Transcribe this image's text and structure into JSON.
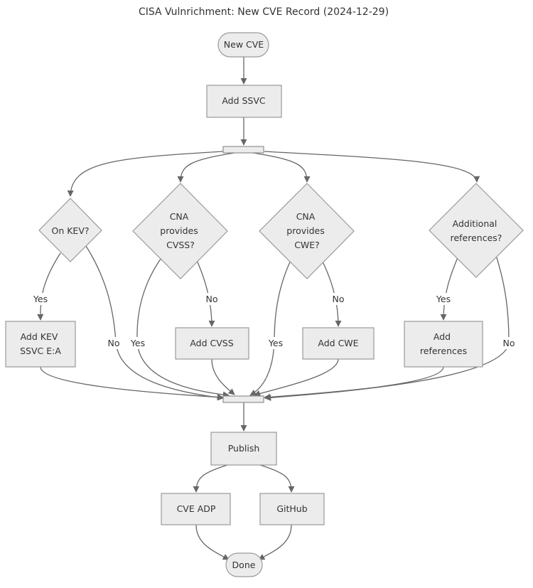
{
  "title": "CISA Vulnrichment: New CVE Record (2024-12-29)",
  "nodes": {
    "new_cve": "New CVE",
    "add_ssvc": "Add SSVC",
    "on_kev": "On KEV?",
    "cna_cvss": [
      "CNA",
      "provides",
      "CVSS?"
    ],
    "cna_cwe": [
      "CNA",
      "provides",
      "CWE?"
    ],
    "additional_refs": [
      "Additional",
      "references?"
    ],
    "add_kev": [
      "Add KEV",
      "SSVC E:A"
    ],
    "add_cvss": "Add CVSS",
    "add_cwe": "Add CWE",
    "add_refs": [
      "Add",
      "references"
    ],
    "publish": "Publish",
    "cve_adp": "CVE ADP",
    "github": "GitHub",
    "done": "Done"
  },
  "edge_labels": {
    "kev_yes": "Yes",
    "kev_no": "No",
    "cvss_yes": "Yes",
    "cvss_no": "No",
    "cwe_yes": "Yes",
    "cwe_no": "No",
    "refs_yes": "Yes",
    "refs_no": "No"
  }
}
